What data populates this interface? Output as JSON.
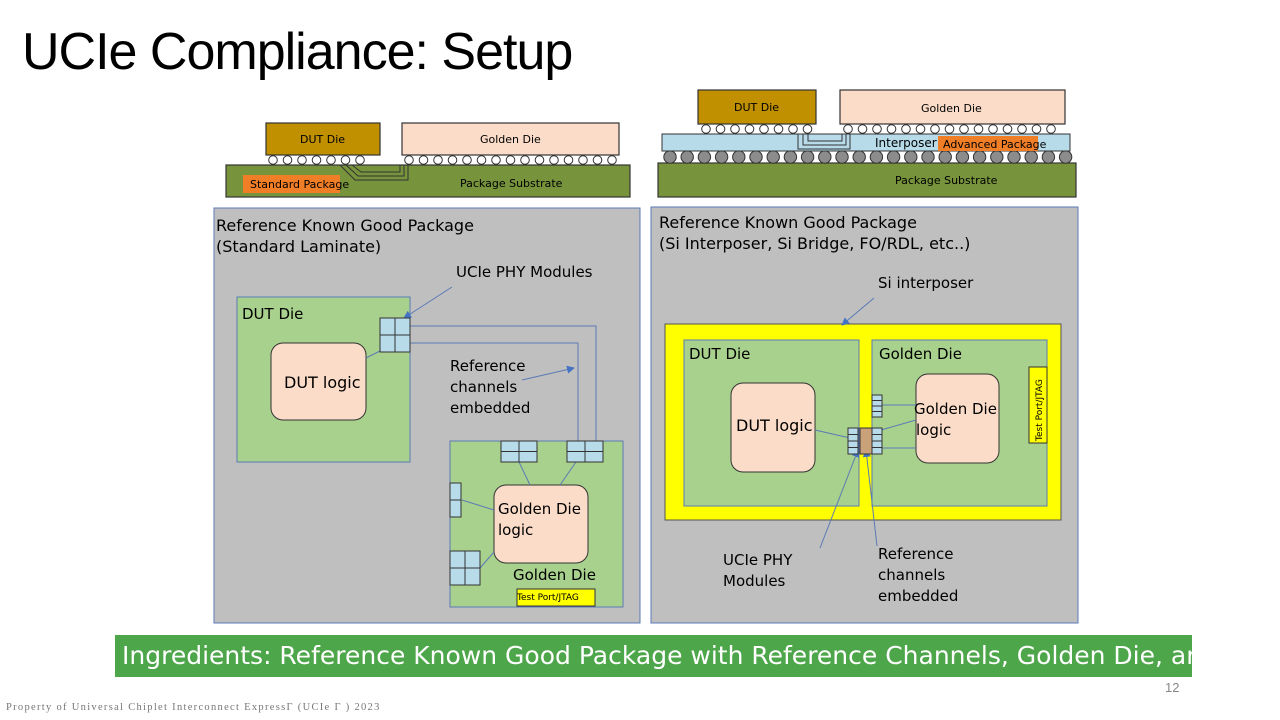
{
  "slide": {
    "title": "UCIe Compliance: Setup",
    "banner": "Ingredients: Reference Known Good Package with Reference Channels, Golden Die, and DUT",
    "page_number": "12",
    "footer": "Property of Universal Chiplet Interconnect ExpressΓ (UCIe Γ ) 2023"
  },
  "left_package": {
    "dut_die": "DUT Die",
    "golden_die": "Golden Die",
    "package_type": "Standard Package",
    "substrate": "Package Substrate"
  },
  "right_package": {
    "dut_die": "DUT Die",
    "golden_die": "Golden Die",
    "interposer": "Interposer",
    "package_type": "Advanced Package",
    "substrate": "Package Substrate"
  },
  "left_panel": {
    "heading_line1": "Reference Known Good Package",
    "heading_line2": "(Standard Laminate)",
    "phy_modules": "UCIe PHY Modules",
    "dut_die": "DUT Die",
    "dut_logic": "DUT logic",
    "ref_channels_1": "Reference",
    "ref_channels_2": "channels",
    "ref_channels_3": "embedded",
    "golden_logic_1": "Golden Die",
    "golden_logic_2": "logic",
    "golden_die": "Golden Die",
    "test_port": "Test Port/JTAG"
  },
  "right_panel": {
    "heading_line1": "Reference Known Good Package",
    "heading_line2": "(Si Interposer, Si Bridge, FO/RDL, etc..)",
    "si_interposer": "Si interposer",
    "dut_die": "DUT Die",
    "golden_die": "Golden Die",
    "dut_logic": "DUT logic",
    "golden_logic_1": "Golden Die",
    "golden_logic_2": "logic",
    "test_port": "Test Port/JTAG",
    "phy_modules_1": "UCIe PHY",
    "phy_modules_2": "Modules",
    "ref_channels_1": "Reference",
    "ref_channels_2": "channels",
    "ref_channels_3": "embedded"
  },
  "colors": {
    "substrate": "#77933c",
    "dut_die": "#c09000",
    "golden_die": "#fbdcc8",
    "package_label": "#f07e26",
    "interposer": "#b7dbe9",
    "panel": "#bfbfbf",
    "die_green": "#a9d18e",
    "highlight": "#ffff00",
    "banner": "#4ea64a"
  }
}
